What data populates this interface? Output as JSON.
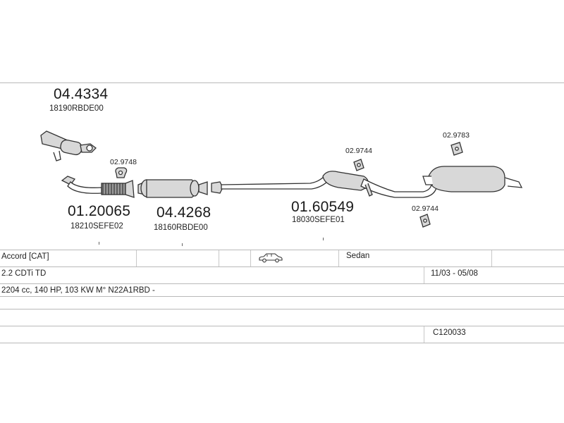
{
  "parts": {
    "front_pipe_assembly": {
      "number": "04.4334",
      "oem": "18190RBDE00"
    },
    "clamp_front": {
      "number": "02.9748"
    },
    "front_pipe": {
      "number": "01.20065",
      "oem": "18210SEFE02"
    },
    "catalyst": {
      "number": "04.4268",
      "oem": "18160RBDE00"
    },
    "middle_silencer": {
      "number": "01.60549",
      "oem": "18030SEFE01"
    },
    "mount_middle": {
      "number": "02.9744"
    },
    "mount_rear": {
      "number": "02.9783"
    },
    "mount_lower": {
      "number": "02.9744"
    }
  },
  "table": {
    "model": "Accord  [CAT]",
    "body": "Sedan",
    "engine": "2.2 CDTi TD",
    "period": "11/03 - 05/08",
    "specs": "2204 cc, 140 HP, 103 KW M° N22A1RBD -",
    "code": "C120033",
    "car_icon": "sedan-car-icon"
  },
  "colors": {
    "line": "#b9b9b9",
    "drawing": "#333333",
    "part_fill": "#d8d8d8"
  }
}
